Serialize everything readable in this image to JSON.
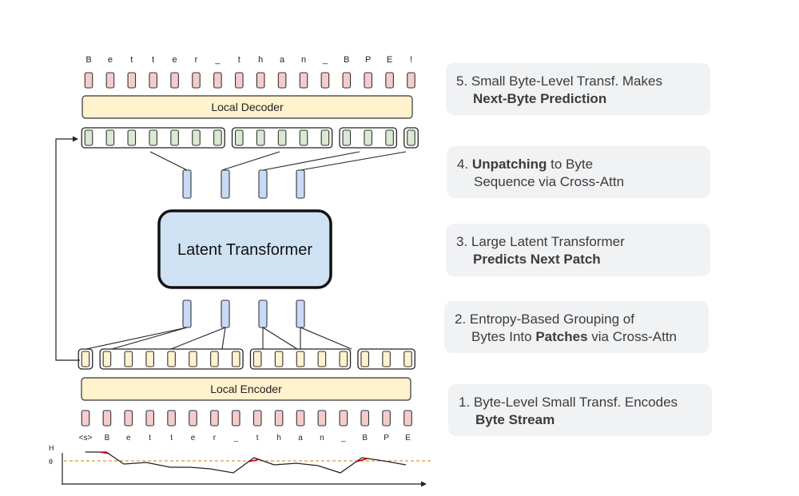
{
  "output_bytes": [
    "B",
    "e",
    "t",
    "t",
    "e",
    "r",
    "_",
    "t",
    "h",
    "a",
    "n",
    "_",
    "B",
    "P",
    "E",
    "!"
  ],
  "input_bytes": [
    "<s>",
    "B",
    "e",
    "t",
    "t",
    "e",
    "r",
    "_",
    "t",
    "h",
    "a",
    "n",
    "_",
    "B",
    "P",
    "E"
  ],
  "decoder_label": "Local Decoder",
  "encoder_label": "Local Encoder",
  "latent_label": "Latent Transformer",
  "entropy_axis": {
    "y_label": "H",
    "threshold_label": "θ"
  },
  "decoder_patch_sizes": [
    7,
    5,
    3,
    1
  ],
  "encoder_patch_sizes": [
    1,
    7,
    5,
    3
  ],
  "steps": [
    {
      "number": "5.",
      "line1": "Small Byte-Level Transf. Makes",
      "line2_bold": "Next-Byte Prediction",
      "line2_rest": ""
    },
    {
      "number": "4.",
      "line1_bold": "Unpatching",
      "line1_rest": " to Byte",
      "line2": "Sequence via Cross-Attn"
    },
    {
      "number": "3.",
      "line1": "Large Latent Transformer",
      "line2_bold": "Predicts Next Patch"
    },
    {
      "number": "2.",
      "line1": "Entropy-Based Grouping of",
      "line2_pre": "Bytes Into ",
      "line2_bold": "Patches",
      "line2_post": " via Cross-Attn"
    },
    {
      "number": "1.",
      "line1": "Byte-Level  Small Transf. Encodes",
      "line2_bold": "Byte Stream"
    }
  ],
  "colors": {
    "byte_pink": "#f4cccc",
    "byte_green": "#d9ead3",
    "patch_blue": "#c9daf8",
    "local_yellow": "#fff2cc",
    "latent_blue": "#cfe2f3",
    "threshold_orange": "#e69138",
    "entropy_red": "#cc0000"
  }
}
